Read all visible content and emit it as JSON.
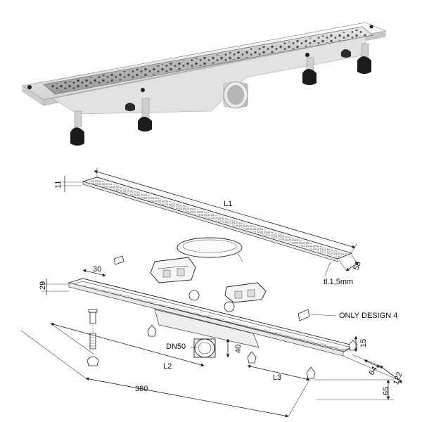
{
  "labels": {
    "thickness_top": "11",
    "length_total": "L1",
    "grate_width": "58",
    "material_thickness": "tl.1,5mm",
    "support_spacing": "30",
    "frame_depth": "29",
    "note": "ONLY DESIGN 4",
    "outlet": "DN50",
    "outlet_height": "40",
    "length_l2": "L2",
    "length_l3": "L3",
    "length_380": "380",
    "height_15": "15",
    "width_64": "64",
    "width_122": "122",
    "height_65": "65"
  },
  "colors": {
    "steel_light": "#d8d8d8",
    "steel_dark": "#8a8a8a",
    "body_white": "#f2f2f2",
    "feet_black": "#1a1a1a",
    "line": "#222222"
  }
}
